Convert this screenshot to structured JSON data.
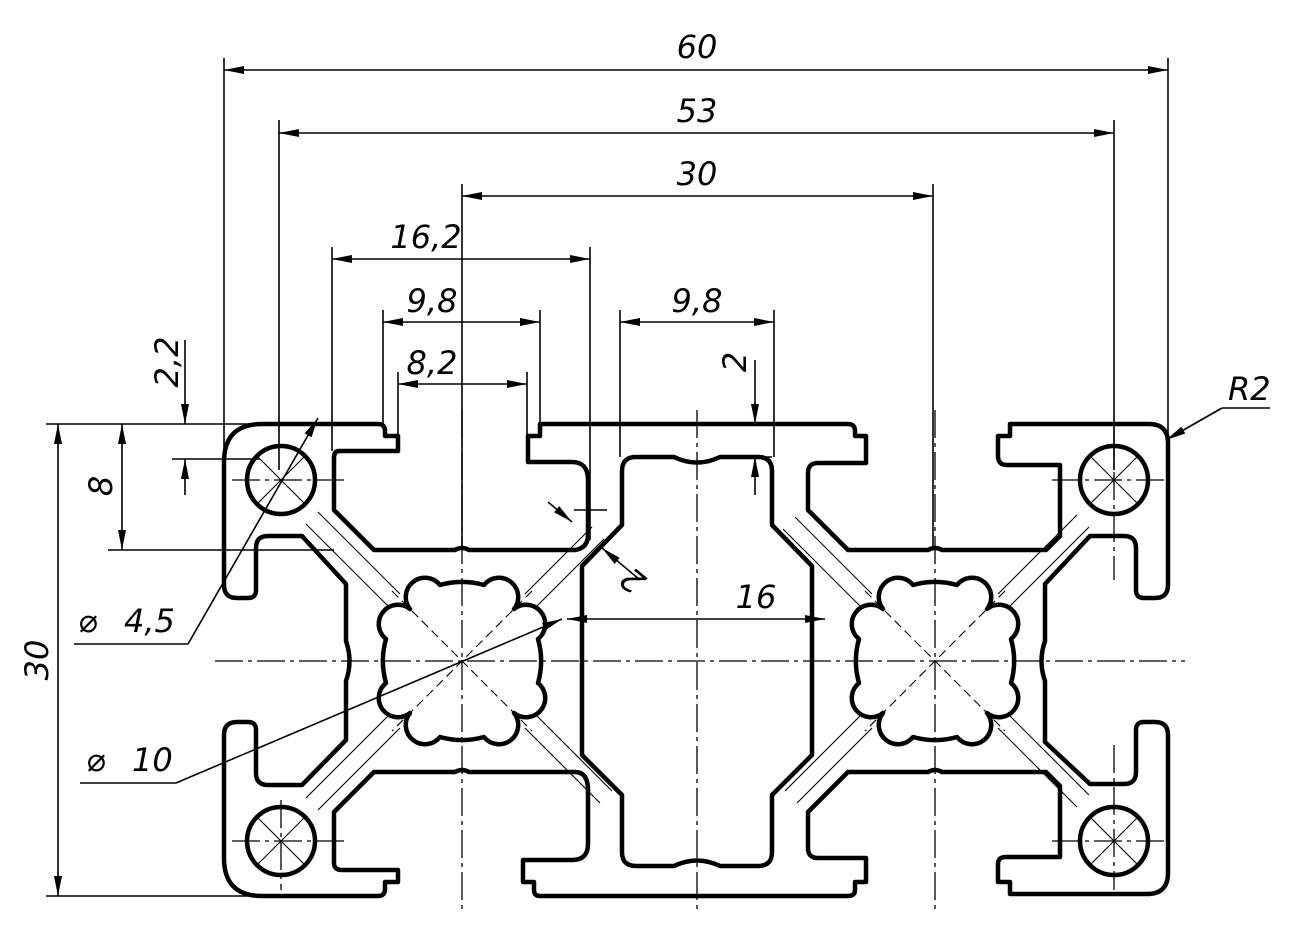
{
  "drawing": {
    "dimensions": {
      "overall_width": "60",
      "slot_centers_outer": "53",
      "core_centers": "30",
      "slot_width_16_2": "16,2",
      "slot_opening_left": "9,8",
      "slot_opening_right": "9,8",
      "slot_neck": "8,2",
      "flange_thickness_left": "2,2",
      "flange_thickness_right": "2",
      "slot_depth": "8",
      "overall_height": "30",
      "web_thickness": "2",
      "channel_width": "16",
      "corner_radius": "R2",
      "small_hole_diameter": "4,5",
      "core_hole_diameter": "10"
    },
    "diameter_symbol": "⌀"
  }
}
